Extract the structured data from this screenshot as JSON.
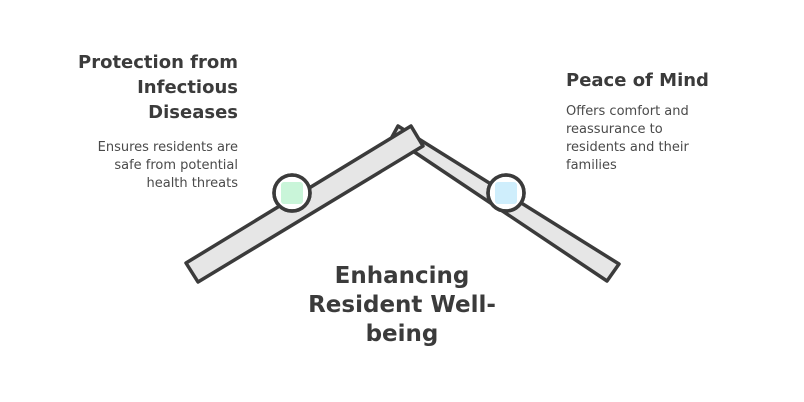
{
  "center": {
    "title": "Enhancing Resident Well-being"
  },
  "left": {
    "title_lines": [
      "Protection from",
      "Infectious",
      "Diseases"
    ],
    "description_lines": [
      "Ensures residents are",
      "safe from potential",
      "health threats"
    ],
    "marker_color": "#c9f5d9"
  },
  "right": {
    "title": "Peace of Mind",
    "description_lines": [
      "Offers comfort and",
      "reassurance to",
      "residents and their",
      "families"
    ],
    "marker_color": "#cfeefc"
  },
  "colors": {
    "stroke": "#3b3b3b",
    "beam_fill": "#e6e6e6",
    "text": "#3b3b3b"
  }
}
